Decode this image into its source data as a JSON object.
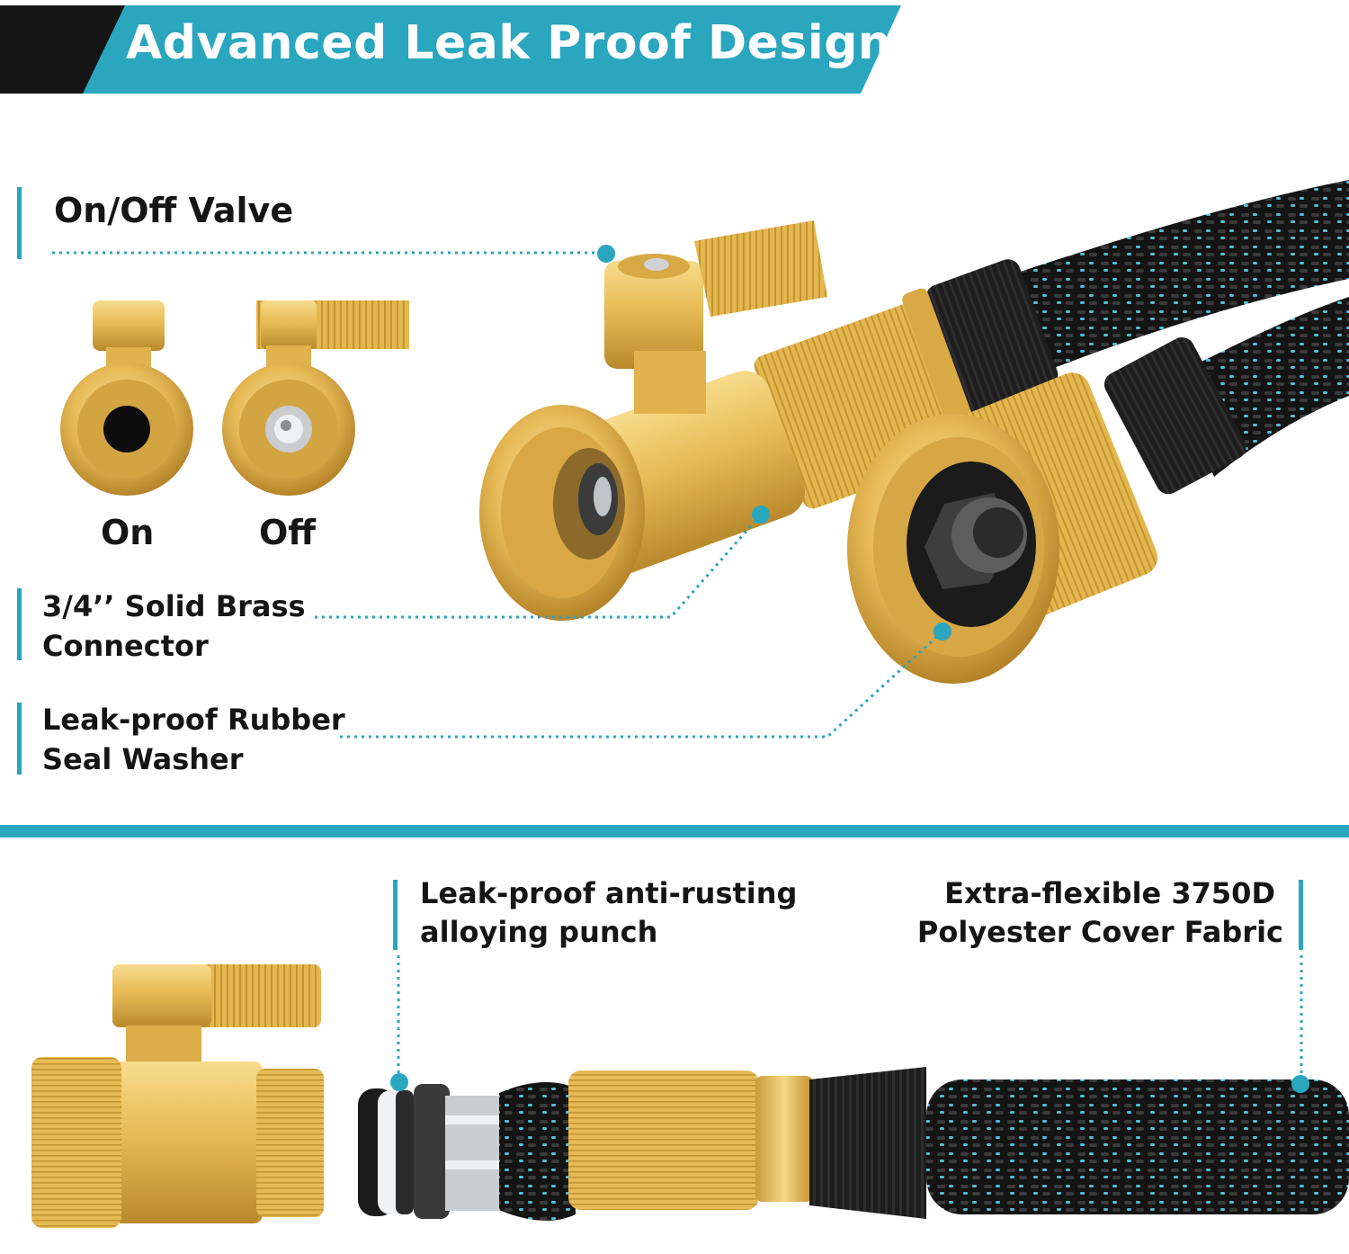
{
  "banner": {
    "title": "Advanced Leak Proof Design"
  },
  "callouts": {
    "valve": "On/Off Valve",
    "connector_line1": "3/4’’ Solid Brass",
    "connector_line2": "Connector",
    "washer_line1": "Leak-proof Rubber",
    "washer_line2": "Seal Washer",
    "punch_line1": "Leak-proof anti-rusting",
    "punch_line2": "alloying punch",
    "fabric_line1": "Extra-flexible 3750D",
    "fabric_line2": "Polyester Cover Fabric"
  },
  "valve_states": {
    "on": "On",
    "off": "Off"
  },
  "colors": {
    "accent": "#2aa6bf",
    "brass": "#e2b34c",
    "dark": "#151515",
    "hose_fleck": "#4fc3d9"
  }
}
